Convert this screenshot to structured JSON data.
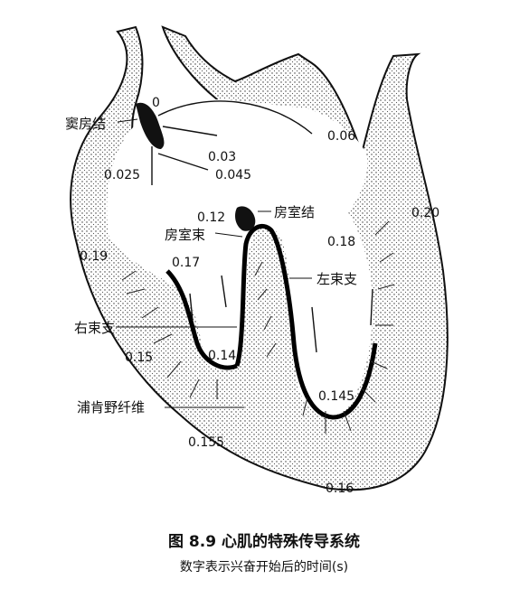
{
  "labels": {
    "sa_node": "窦房结",
    "av_node": "房室结",
    "av_bundle": "房室束",
    "left_bundle": "左束支",
    "right_bundle": "右束支",
    "purkinje": "浦肯野纤维"
  },
  "times": {
    "t0": "0",
    "t006": "0.06",
    "t003": "0.03",
    "t0045": "0.045",
    "t0025": "0.025",
    "t012": "0.12",
    "t020": "0.20",
    "t018": "0.18",
    "t019": "0.19",
    "t017": "0.17",
    "t015": "0.15",
    "t014": "0.14",
    "t0145": "0.145",
    "t0155": "0.155",
    "t016": "0.16"
  },
  "caption": {
    "title": "图 8.9   心肌的特殊传导系统",
    "subtitle": "数字表示兴奋开始后的时间(s)"
  }
}
